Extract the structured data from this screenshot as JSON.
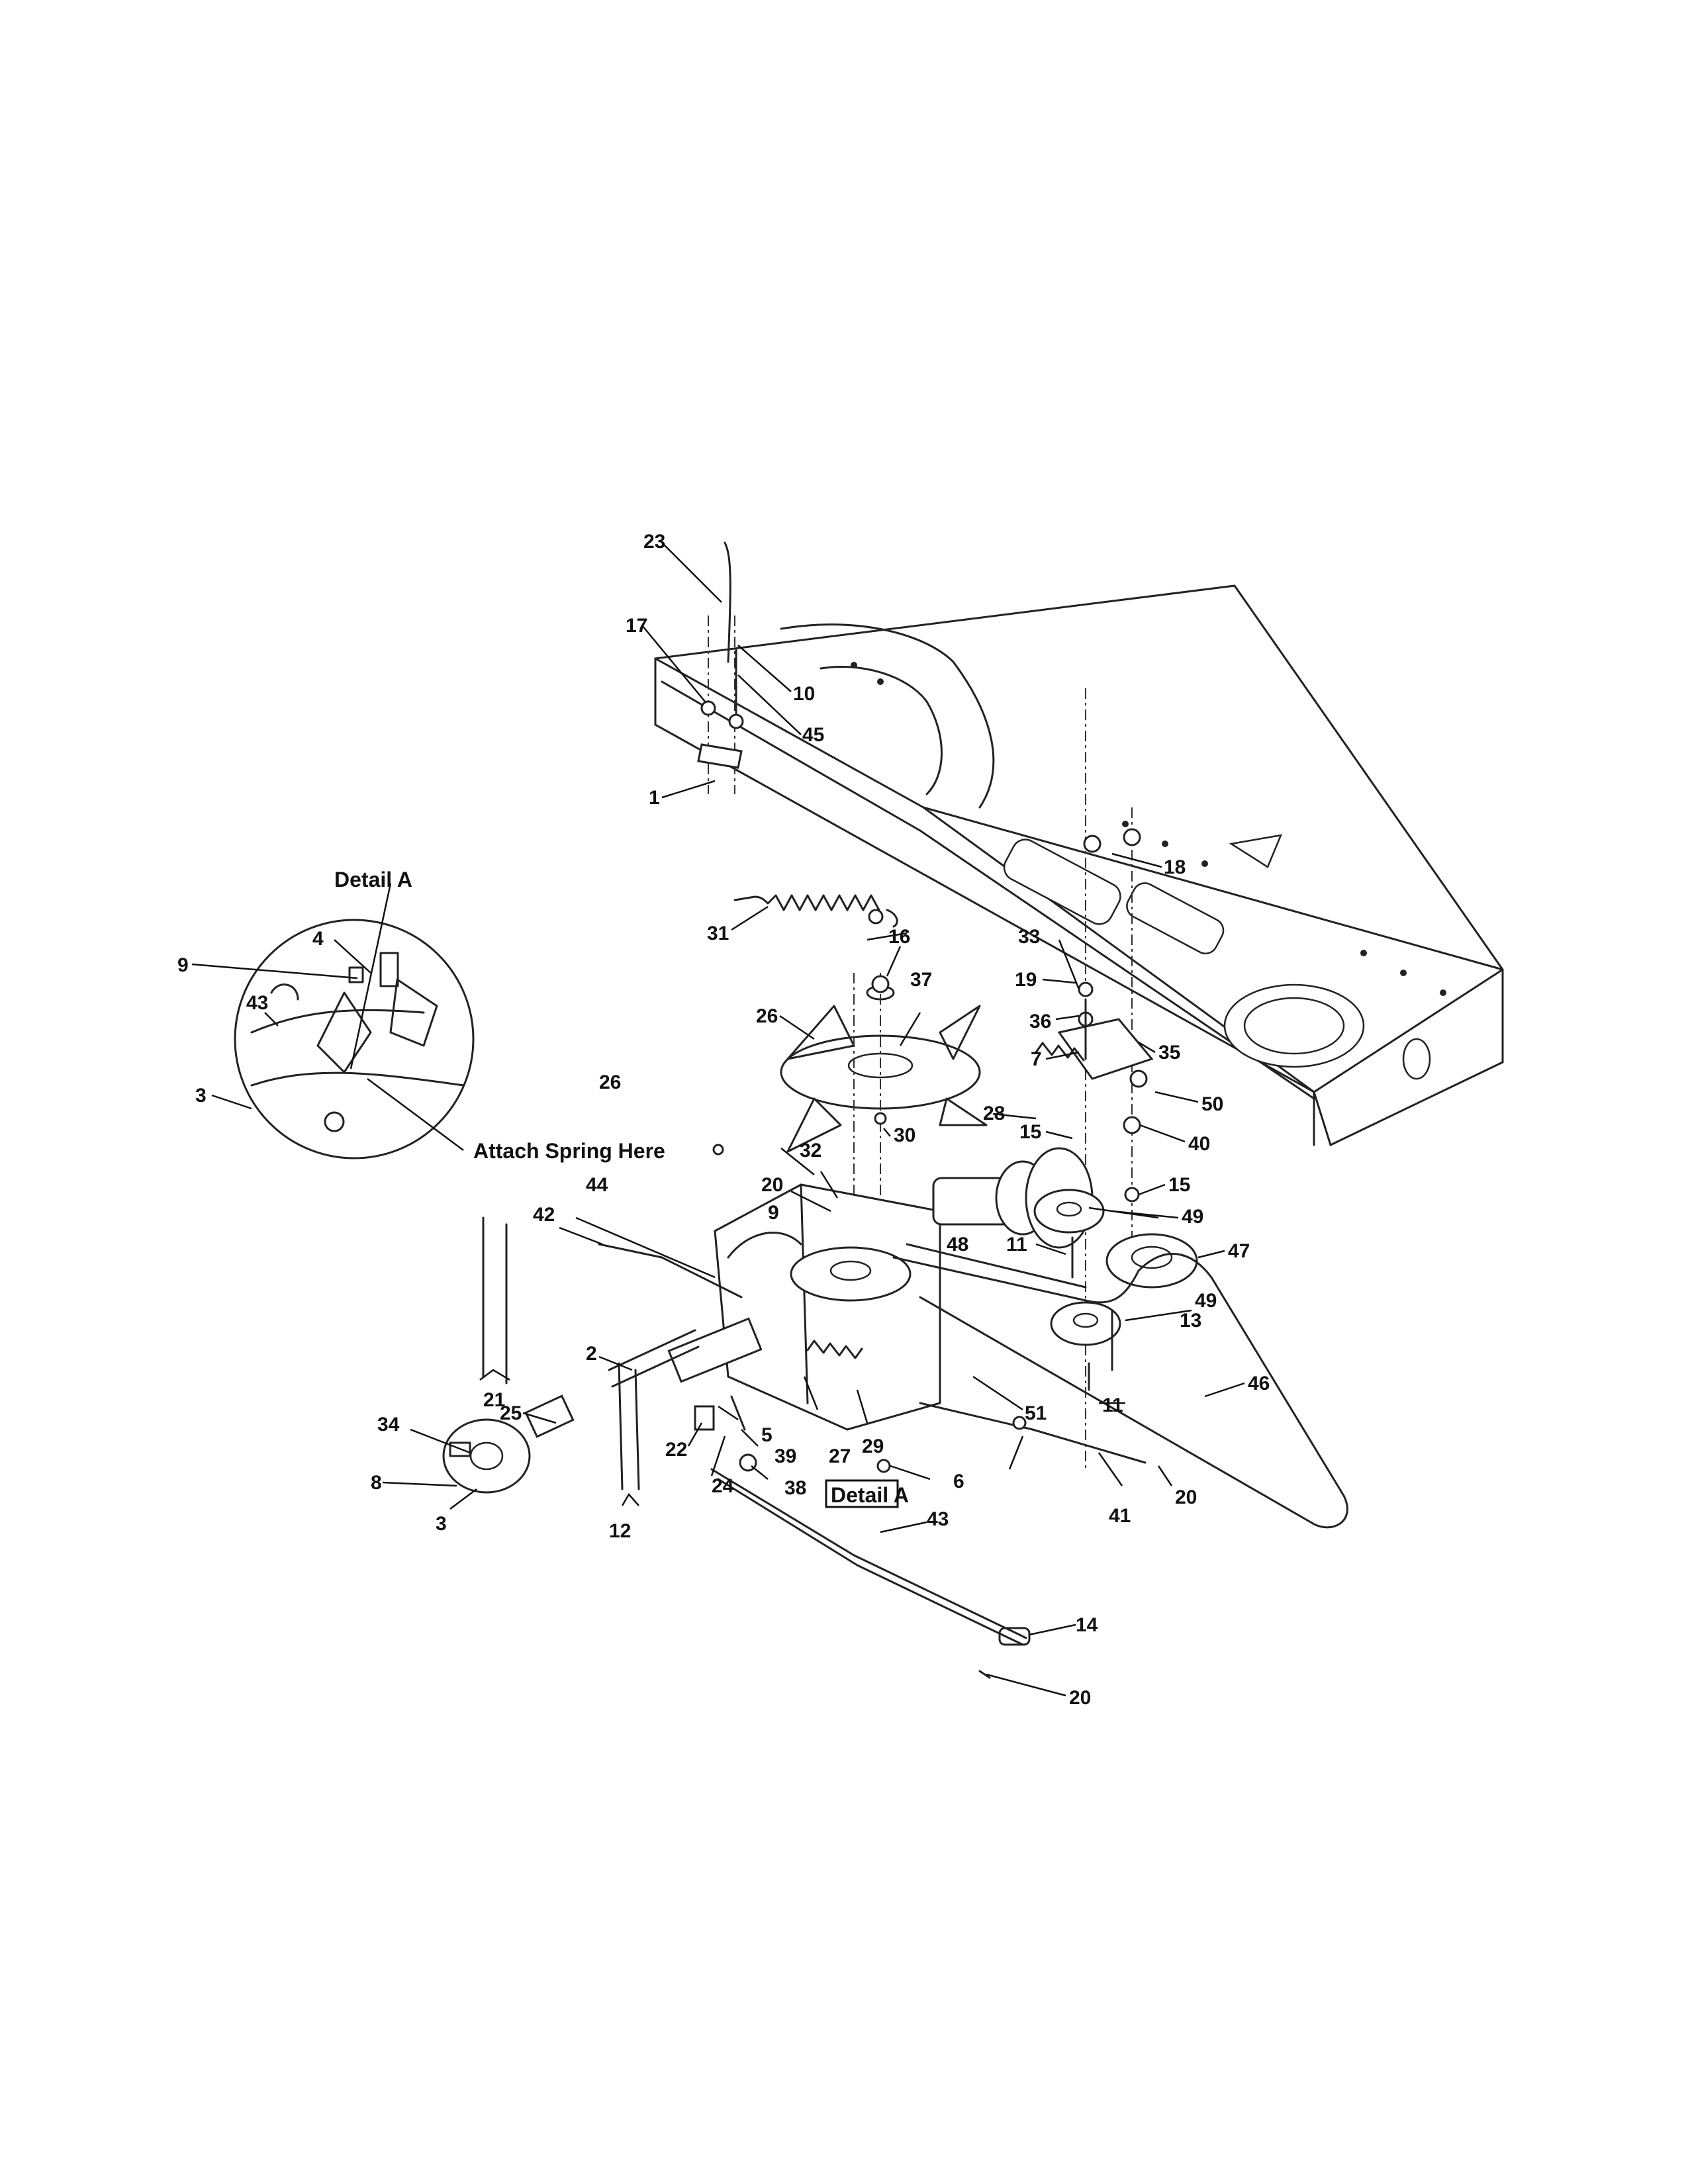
{
  "detail_title": "Detail A",
  "detail_note": "Attach Spring Here",
  "detail_ref": "Detail A",
  "callouts": {
    "c1": "1",
    "c2": "2",
    "c3a": "3",
    "c3b": "3",
    "c4": "4",
    "c5": "5",
    "c6": "6",
    "c7": "7",
    "c8": "8",
    "c9a": "9",
    "c9b": "9",
    "c10": "10",
    "c11a": "11",
    "c11b": "11",
    "c12": "12",
    "c13": "13",
    "c14": "14",
    "c15a": "15",
    "c15b": "15",
    "c16": "16",
    "c17": "17",
    "c18": "18",
    "c19": "19",
    "c20a": "20",
    "c20b": "20",
    "c20c": "20",
    "c21": "21",
    "c22": "22",
    "c23": "23",
    "c24": "24",
    "c25": "25",
    "c26a": "26",
    "c26b": "26",
    "c27": "27",
    "c28": "28",
    "c29": "29",
    "c30": "30",
    "c31": "31",
    "c32": "32",
    "c33": "33",
    "c34": "34",
    "c35": "35",
    "c36": "36",
    "c37": "37",
    "c38": "38",
    "c39": "39",
    "c40": "40",
    "c41": "41",
    "c42": "42",
    "c43a": "43",
    "c43b": "43",
    "c44": "44",
    "c45": "45",
    "c46": "46",
    "c47": "47",
    "c48": "48",
    "c49a": "49",
    "c49b": "49",
    "c50": "50",
    "c51": "51"
  }
}
